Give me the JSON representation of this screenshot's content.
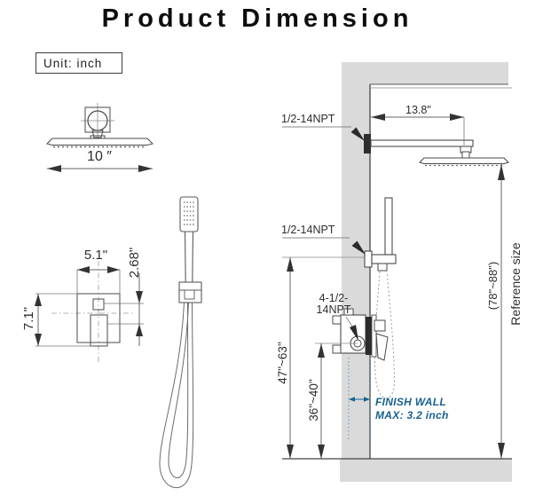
{
  "title": "Product Dimension",
  "unit_box": {
    "label": "Unit:  inch"
  },
  "colors": {
    "line": "#4a4a4a",
    "wall_fill": "#dadada",
    "accent_blue": "#19618e"
  },
  "left_view": {
    "rain_head": {
      "width_dim": "10 ″"
    },
    "valve": {
      "width_dim": "5.1\"",
      "offset_dim": "2.68\"",
      "height_dim": "7.1\""
    }
  },
  "right_view": {
    "labels": {
      "arm_thread": "1/2-14NPT",
      "arm_length_dim": "13.8\"",
      "holder_thread": "1/2-14NPT",
      "valve_thread_line1": "4-1/2-",
      "valve_thread_line2": "14NPT",
      "holder_height_dim": "47\"~63\"",
      "valve_height_dim": "36\"~40\"",
      "head_height_dim": "(78\"~88\")",
      "reference_label": "Reference size",
      "finish_wall_line1": "FINISH WALL",
      "finish_wall_line2": "MAX: 3.2 inch"
    }
  }
}
